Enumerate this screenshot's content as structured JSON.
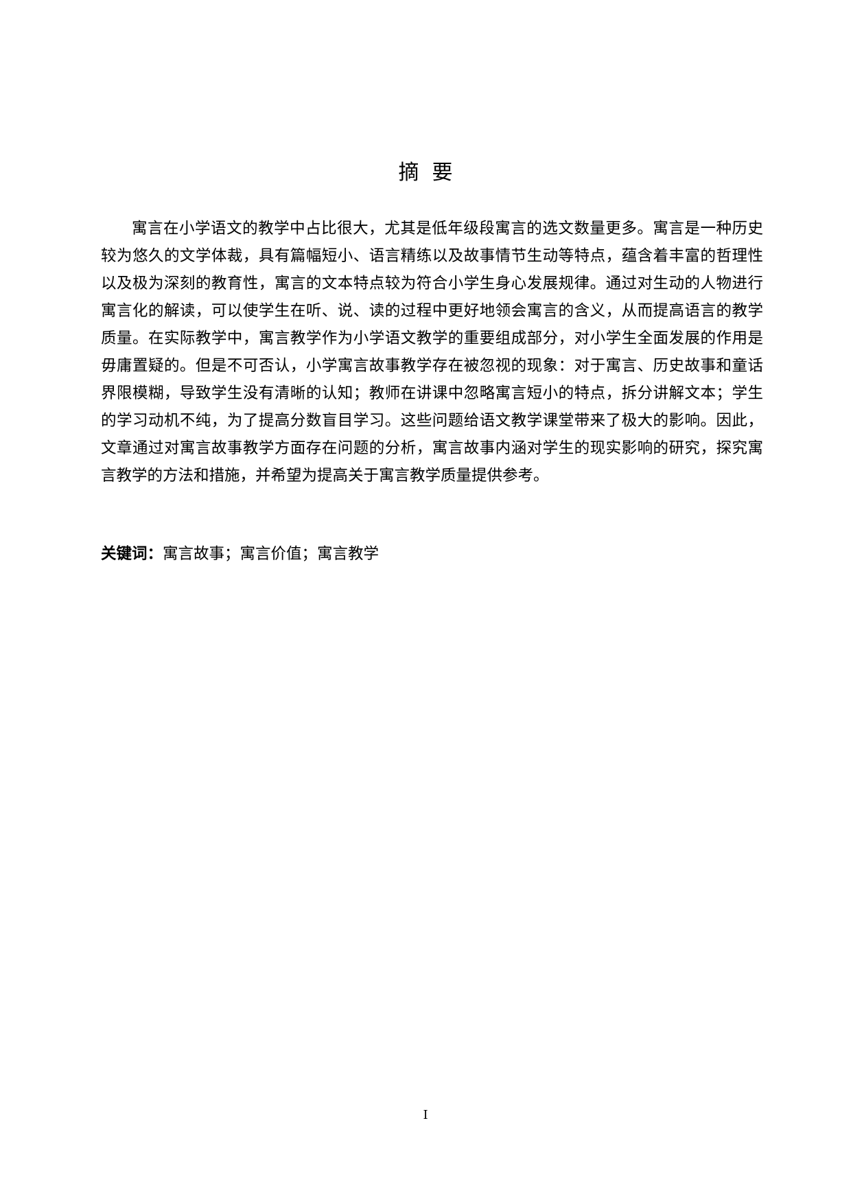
{
  "document": {
    "title": "摘  要",
    "abstract": "寓言在小学语文的教学中占比很大，尤其是低年级段寓言的选文数量更多。寓言是一种历史较为悠久的文学体裁，具有篇幅短小、语言精练以及故事情节生动等特点，蕴含着丰富的哲理性以及极为深刻的教育性，寓言的文本特点较为符合小学生身心发展规律。通过对生动的人物进行寓言化的解读，可以使学生在听、说、读的过程中更好地领会寓言的含义，从而提高语言的教学质量。在实际教学中，寓言教学作为小学语文教学的重要组成部分，对小学生全面发展的作用是毋庸置疑的。但是不可否认，小学寓言故事教学存在被忽视的现象：对于寓言、历史故事和童话界限模糊，导致学生没有清晰的认知；教师在讲课中忽略寓言短小的特点，拆分讲解文本；学生的学习动机不纯，为了提高分数盲目学习。这些问题给语文教学课堂带来了极大的影响。因此，文章通过对寓言故事教学方面存在问题的分析，寓言故事内涵对学生的现实影响的研究，探究寓言教学的方法和措施，并希望为提高关于寓言教学质量提供参考。",
    "keywords_label": "关键词：",
    "keywords": "寓言故事；寓言价值；寓言教学",
    "page_number": "I"
  }
}
